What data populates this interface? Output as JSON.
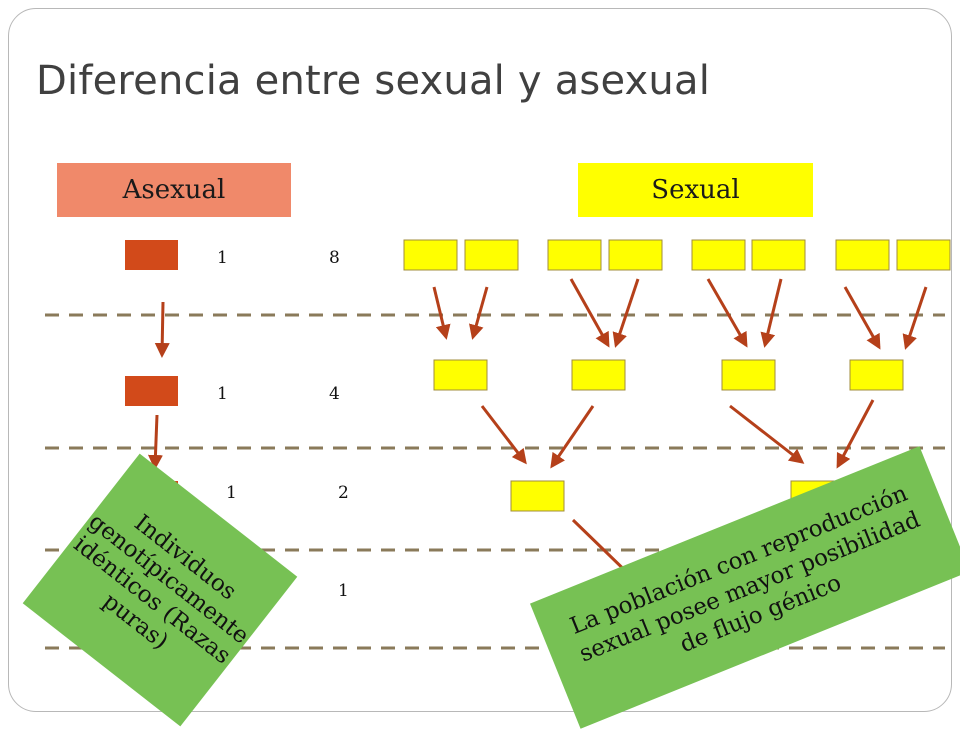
{
  "title": "Diferencia entre sexual y asexual",
  "headers": {
    "asexual": "Asexual",
    "sexual": "Sexual"
  },
  "counts": [
    {
      "left": "1",
      "right": "8"
    },
    {
      "left": "1",
      "right": "4"
    },
    {
      "left": "1",
      "right": "2"
    },
    {
      "left": "",
      "right": "1"
    }
  ],
  "notes": {
    "asexual": "Individuos genotípicamente idénticos (Razas puras)",
    "sexual": "La población con reproducción sexual posee mayor posibilidad de flujo génico"
  },
  "colors": {
    "asexual_header": "#f0896a",
    "asexual_cell": "#d24a1a",
    "sexual_header": "#ffff00",
    "sexual_cell": "#ffff00",
    "arrow": "#b5401a",
    "divider": "#8a7a5a",
    "note_box": "#77c154"
  }
}
